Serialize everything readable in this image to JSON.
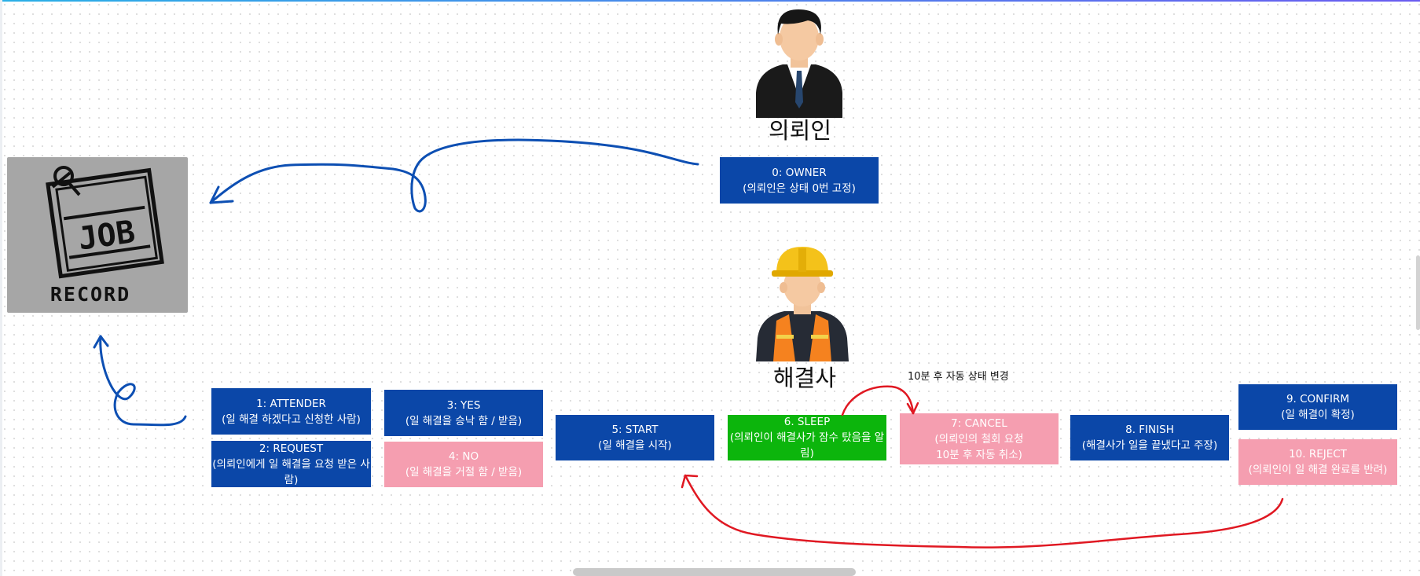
{
  "record": {
    "logo_text": "JOB",
    "caption": "RECORD"
  },
  "owner": {
    "label": "의뢰인"
  },
  "worker": {
    "label": "해결사"
  },
  "states": {
    "owner": {
      "title": "0: OWNER",
      "desc": "(의뢰인은 상태 0번 고정)"
    },
    "attender": {
      "title": "1: ATTENDER",
      "desc": "(일 해결 하겠다고 신청한 사람)"
    },
    "request": {
      "title": "2: REQUEST",
      "desc": "(의뢰인에게 일 해결을 요청 받은 사람)"
    },
    "yes": {
      "title": "3: YES",
      "desc": "(일 해결을 승낙 함 / 받음)"
    },
    "no": {
      "title": "4: NO",
      "desc": "(일 해결을 거절 함 / 받음)"
    },
    "start": {
      "title": "5: START",
      "desc": "(일 해결을 시작)"
    },
    "sleep": {
      "title": "6. SLEEP",
      "desc": "(의뢰인이 해결사가 잠수 탔음을 알림)"
    },
    "cancel": {
      "title": "7: CANCEL",
      "desc": "(의뢰인의 철회 요청",
      "desc2": "10분 후 자동 취소)"
    },
    "finish": {
      "title": "8. FINISH",
      "desc": "(해결사가 일을 끝냈다고 주장)"
    },
    "confirm": {
      "title": "9. CONFIRM",
      "desc": "(일 해결이 확정)"
    },
    "reject": {
      "title": "10. REJECT",
      "desc": "(의뢰인이 일 해결 완료를 반려)"
    }
  },
  "annotations": {
    "auto_change": "10분 후 자동 상태 변경"
  },
  "colors": {
    "blue": "#0b47a8",
    "pink": "#f59eb0",
    "green": "#0cb50c",
    "blue_pen": "#0d4fb3",
    "red_pen": "#e01822"
  }
}
